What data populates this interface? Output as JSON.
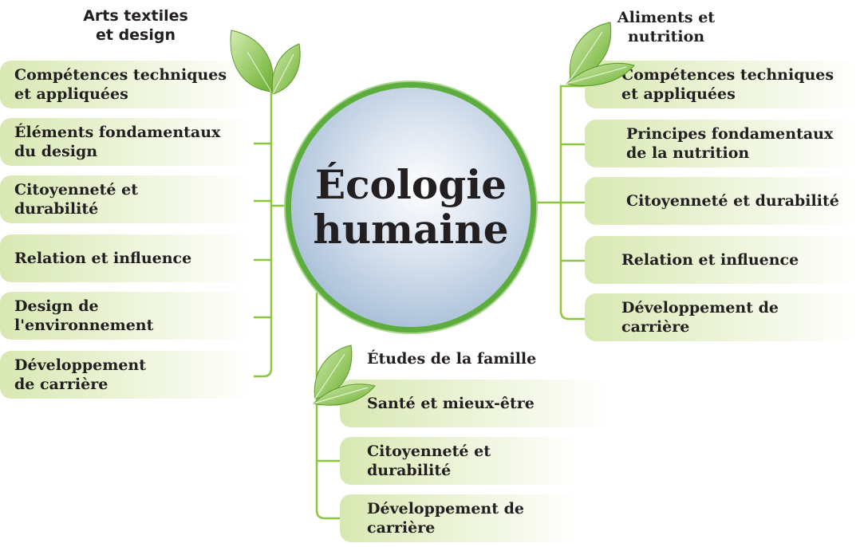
{
  "center": {
    "label": "Écologie\nhumaine"
  },
  "left": {
    "title": "Arts textiles\net design",
    "items": [
      "Compétences techniques\net appliquées",
      "Éléments fondamentaux\ndu design",
      "Citoyenneté et\ndurabilité",
      "Relation et influence",
      "Design de\nl'environnement",
      "Développement\nde carrière"
    ]
  },
  "right": {
    "title": "Aliments et\nnutrition",
    "items": [
      "Compétences techniques\net appliquées",
      "Principes fondamentaux\nde la nutrition",
      "Citoyenneté et durabilité",
      "Relation et influence",
      "Développement de\ncarrière"
    ]
  },
  "bottom": {
    "title": "Études de la famille",
    "items": [
      "Santé et mieux-être",
      "Citoyenneté et\ndurabilité",
      "Développement de\ncarrière"
    ]
  },
  "colors": {
    "line": "#8cc63f",
    "ring": "#5cad3d",
    "box_start": "#d8e8b2",
    "hub_blue": "#a4bcd6",
    "leaf": "#8cc63f"
  }
}
